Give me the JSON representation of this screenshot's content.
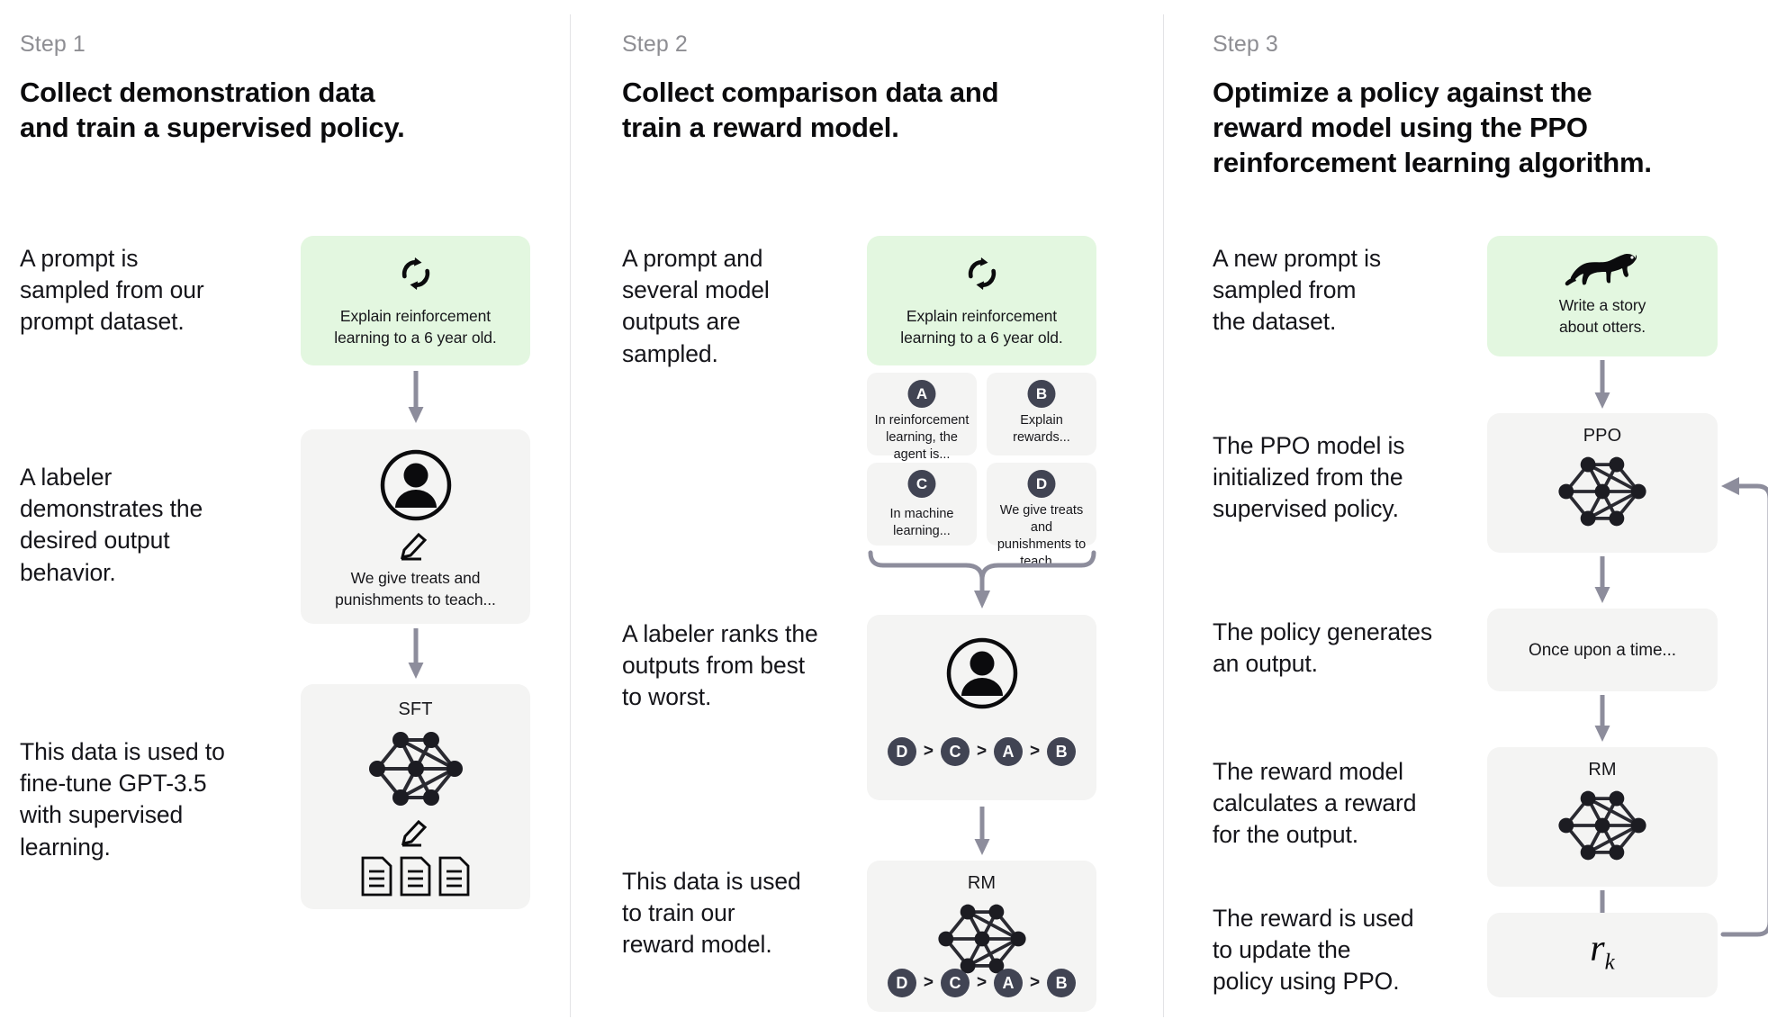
{
  "columns": [
    {
      "kicker": "Step 1",
      "title": "Collect demonstration data\nand train a supervised policy.",
      "captions": [
        "A prompt is\nsampled from our\nprompt dataset.",
        "A labeler\ndemonstrates the\ndesired output\nbehavior.",
        "This data is used to\nfine-tune GPT-3.5\nwith supervised\nlearning."
      ],
      "cards": [
        {
          "kind": "green",
          "icon": "refresh-cycle-icon",
          "text": "Explain reinforcement\nlearning to a 6 year old."
        },
        {
          "kind": "grey",
          "icon": "labeler-person-icon",
          "text": "We give treats and\npunishments to teach..."
        },
        {
          "kind": "grey",
          "icon": "neural-network-icon",
          "label": "SFT",
          "docs": 3
        }
      ]
    },
    {
      "kicker": "Step 2",
      "title": "Collect comparison data and\ntrain a reward model.",
      "captions": [
        "A prompt and\nseveral model\noutputs are\nsampled.",
        "A labeler ranks the\noutputs from best\nto worst.",
        "This data is used\nto train our\nreward model."
      ],
      "cards": [
        {
          "kind": "green",
          "icon": "refresh-cycle-icon",
          "text": "Explain reinforcement\nlearning to a 6 year old."
        },
        {
          "kind": "grey",
          "icon": "labeler-person-icon",
          "ranking": [
            "D",
            "C",
            "A",
            "B"
          ]
        },
        {
          "kind": "grey",
          "icon": "neural-network-icon",
          "label": "RM",
          "ranking": [
            "D",
            "C",
            "A",
            "B"
          ]
        }
      ],
      "outputs": [
        {
          "badge": "A",
          "text": "In reinforcement\nlearning, the\nagent is..."
        },
        {
          "badge": "B",
          "text": "Explain rewards..."
        },
        {
          "badge": "C",
          "text": "In machine\nlearning..."
        },
        {
          "badge": "D",
          "text": "We give treats and\npunishments to\nteach..."
        }
      ]
    },
    {
      "kicker": "Step 3",
      "title": "Optimize a policy against the\nreward model using the PPO\nreinforcement learning algorithm.",
      "captions": [
        "A new prompt is\nsampled from\nthe dataset.",
        "The PPO model is\ninitialized from the\nsupervised policy.",
        "The policy generates\nan output.",
        "The reward model\ncalculates a reward\nfor the output.",
        "The reward is used\nto update the\npolicy using PPO."
      ],
      "cards": [
        {
          "kind": "green",
          "icon": "otter-icon",
          "text": "Write a story\nabout otters."
        },
        {
          "kind": "grey",
          "icon": "neural-network-icon",
          "label": "PPO"
        },
        {
          "kind": "grey",
          "text": "Once upon a time..."
        },
        {
          "kind": "grey",
          "icon": "neural-network-icon",
          "label": "RM"
        },
        {
          "kind": "grey",
          "reward": "r",
          "reward_sub": "k"
        }
      ]
    }
  ],
  "colors": {
    "green_card": "#e3f7e0",
    "grey_card": "#f4f4f3",
    "badge": "#414453",
    "arrow": "#8d8d9c",
    "kicker": "#8e8e93",
    "divider": "#e3e3e6",
    "text": "#0b0b0d"
  },
  "rank_separator": ">"
}
